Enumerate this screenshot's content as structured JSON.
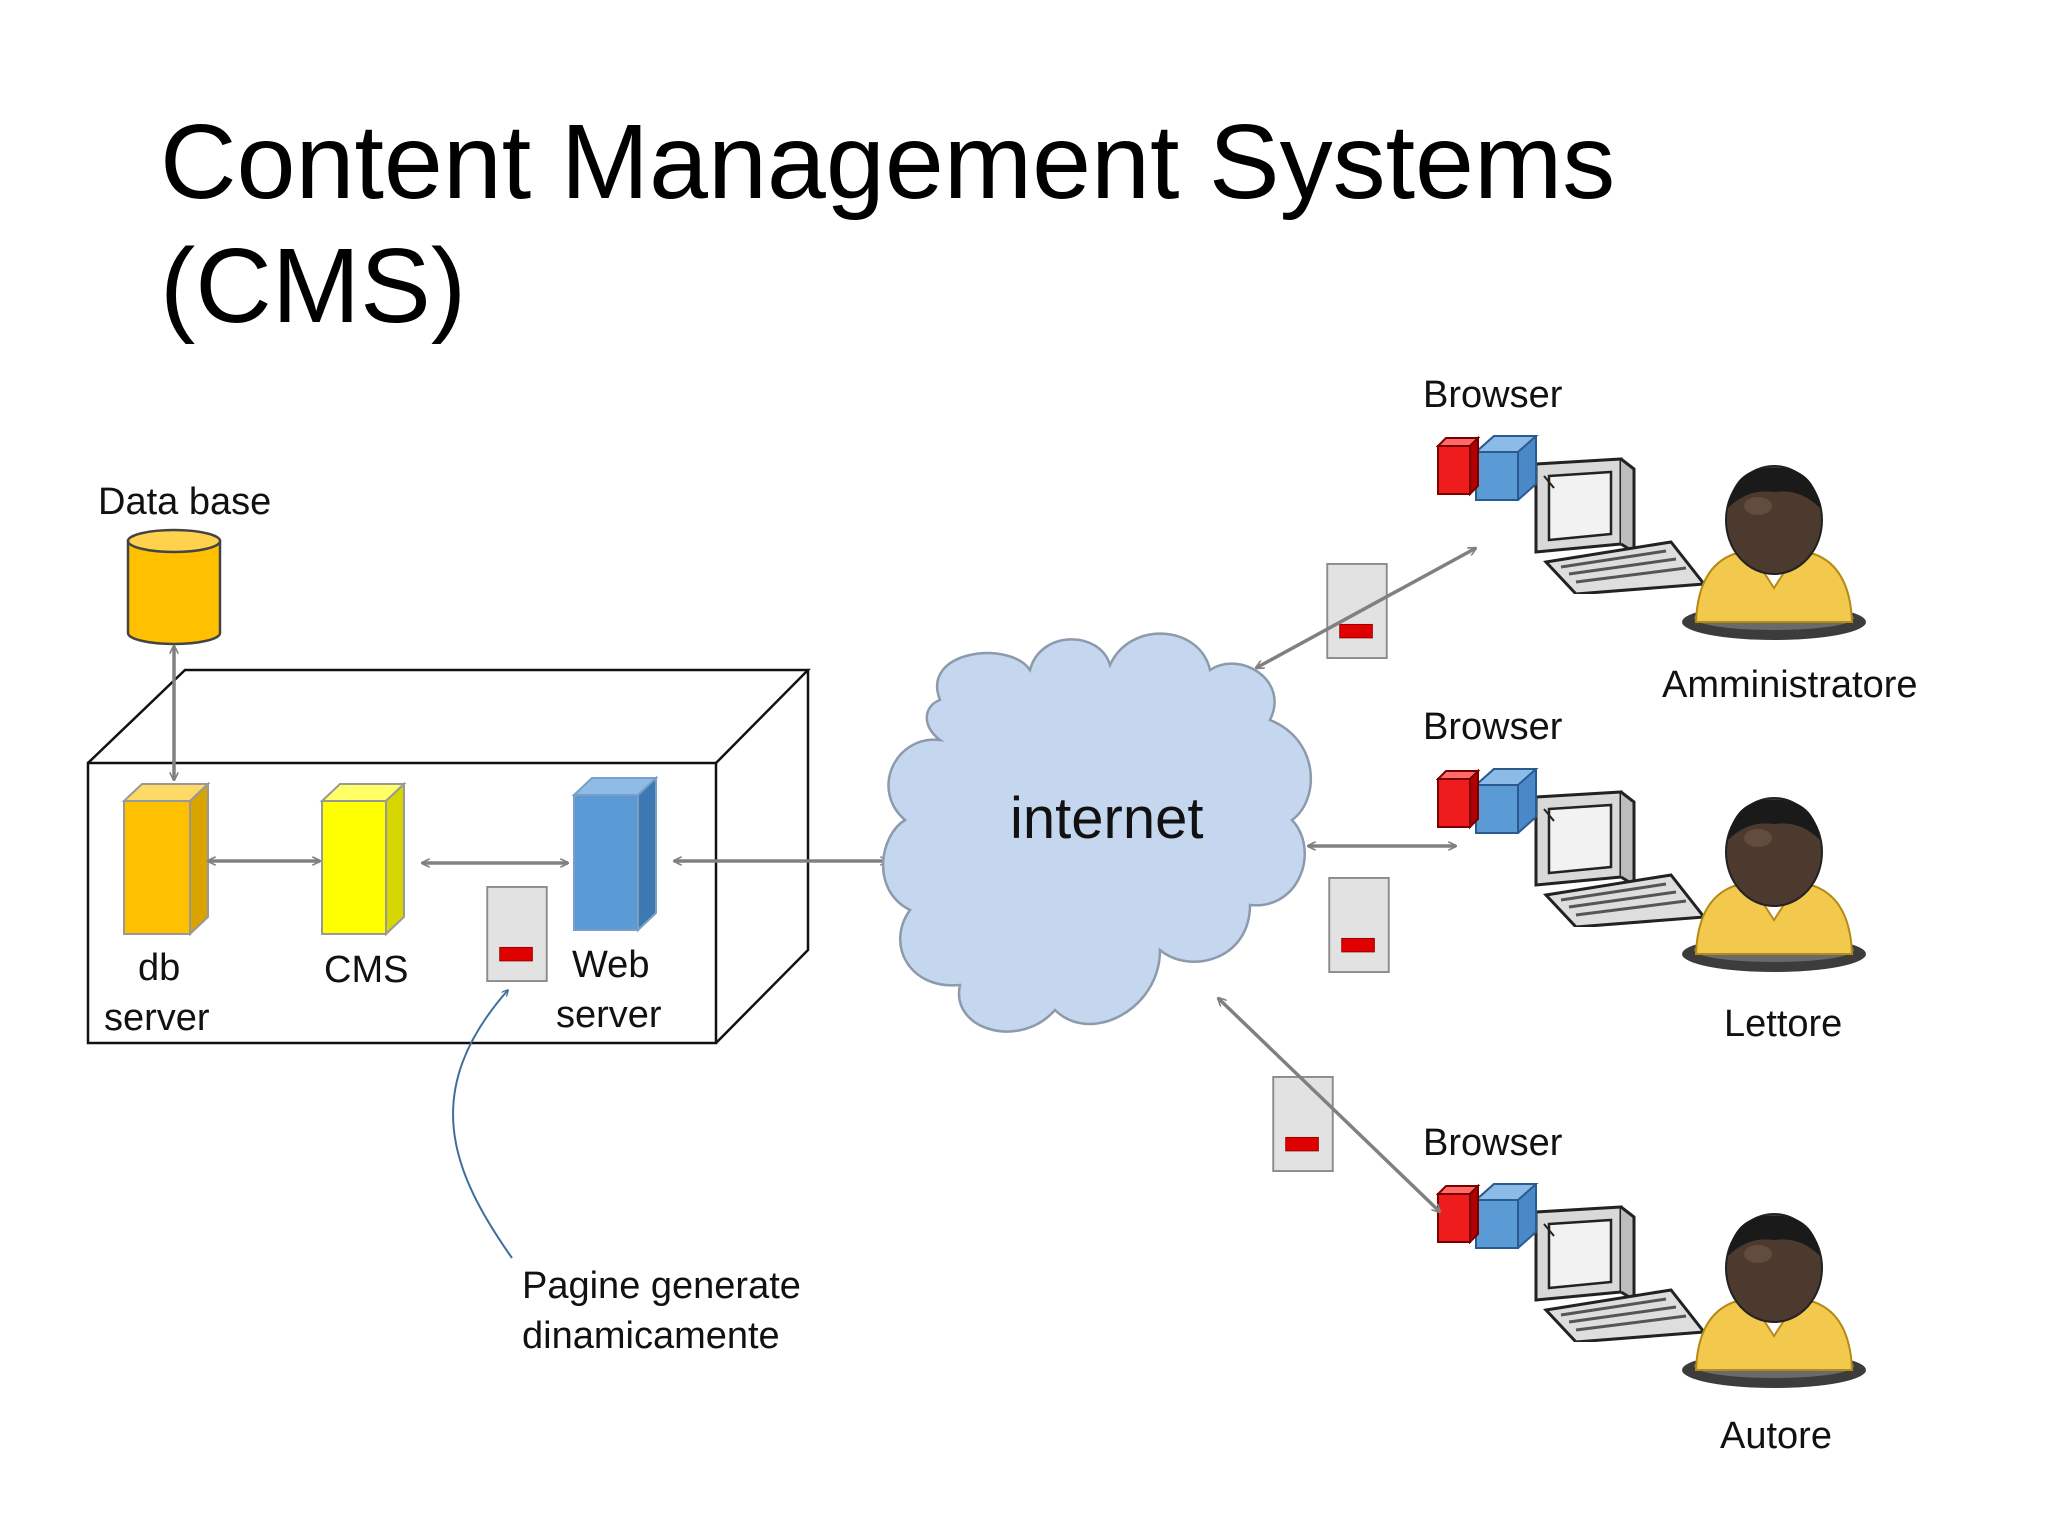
{
  "slide": {
    "title_line1": "Content Management Systems",
    "title_line2": "(CMS)"
  },
  "labels": {
    "database": "Data base",
    "db_server_1": "db",
    "db_server_2": "server",
    "cms": "CMS",
    "web_server_1": "Web",
    "web_server_2": "server",
    "internet": "internet",
    "note_1": "Pagine generate",
    "note_2": "dinamicamente"
  },
  "clients": [
    {
      "browser": "Browser",
      "role": "Amministratore"
    },
    {
      "browser": "Browser",
      "role": "Lettore"
    },
    {
      "browser": "Browser",
      "role": "Autore"
    }
  ],
  "colors": {
    "database": "#FFC000",
    "db_server": "#FFC000",
    "cms_server": "#FFFF00",
    "web_server": "#5B9BD5",
    "cloud": "#C5D7EF",
    "page_marker": "#E00000",
    "arrow": "#808080",
    "note_arrow": "#3F6E9A"
  }
}
